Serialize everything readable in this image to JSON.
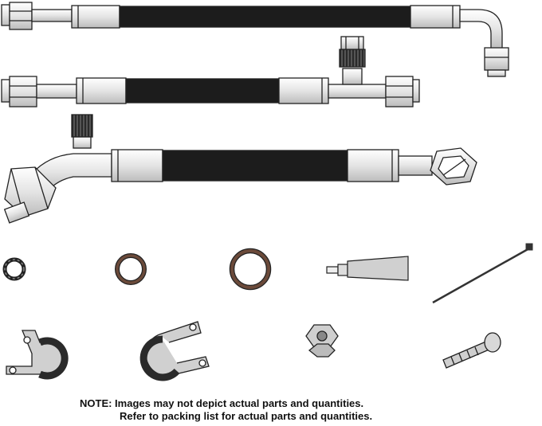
{
  "note": {
    "line1": "NOTE: Images may not depict actual parts and quantities.",
    "line2": "Refer to packing list for actual parts and quantities."
  },
  "colors": {
    "hose": "#1c1c1c",
    "metal": "#f2f2f2",
    "outline": "#222222",
    "oring": "#6b4a3a",
    "rubber": "#2a2a2a",
    "tube": "#d0d0d0"
  },
  "parts": [
    {
      "name": "hose-assembly-top",
      "icon": "ac-hose-icon"
    },
    {
      "name": "hose-assembly-middle",
      "icon": "ac-hose-with-service-port-icon"
    },
    {
      "name": "hose-assembly-bottom",
      "icon": "ac-hose-angled-fitting-icon"
    },
    {
      "name": "sealing-washer",
      "icon": "washer-icon"
    },
    {
      "name": "o-ring-small",
      "icon": "o-ring-icon"
    },
    {
      "name": "o-ring-large",
      "icon": "o-ring-icon"
    },
    {
      "name": "lubricant-tube",
      "icon": "tube-icon"
    },
    {
      "name": "cable-tie",
      "icon": "zip-tie-icon"
    },
    {
      "name": "cushion-clamp-left",
      "icon": "clamp-icon"
    },
    {
      "name": "cushion-clamp-right",
      "icon": "clamp-icon"
    },
    {
      "name": "hex-nut",
      "icon": "nut-icon"
    },
    {
      "name": "bolt",
      "icon": "bolt-icon"
    }
  ]
}
